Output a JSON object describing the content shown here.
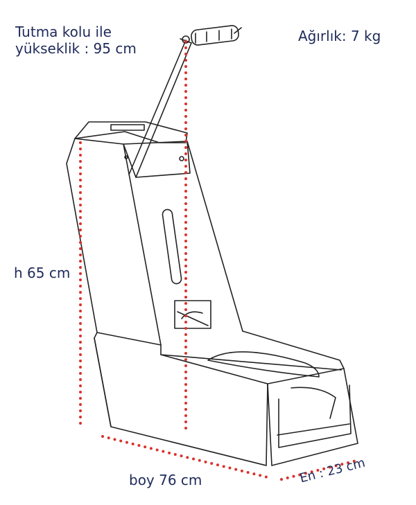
{
  "labels": {
    "height_with_handle_line1": "Tutma kolu ile",
    "height_with_handle_line2": "yükseklik : 95 cm",
    "weight": "Ağırlık: 7 kg",
    "height": "h 65 cm",
    "length": "boy 76 cm",
    "width": "En : 23 cm"
  },
  "colors": {
    "text": "#1f2a5a",
    "dimension_dots": "#d9312b",
    "outline": "#222222"
  }
}
